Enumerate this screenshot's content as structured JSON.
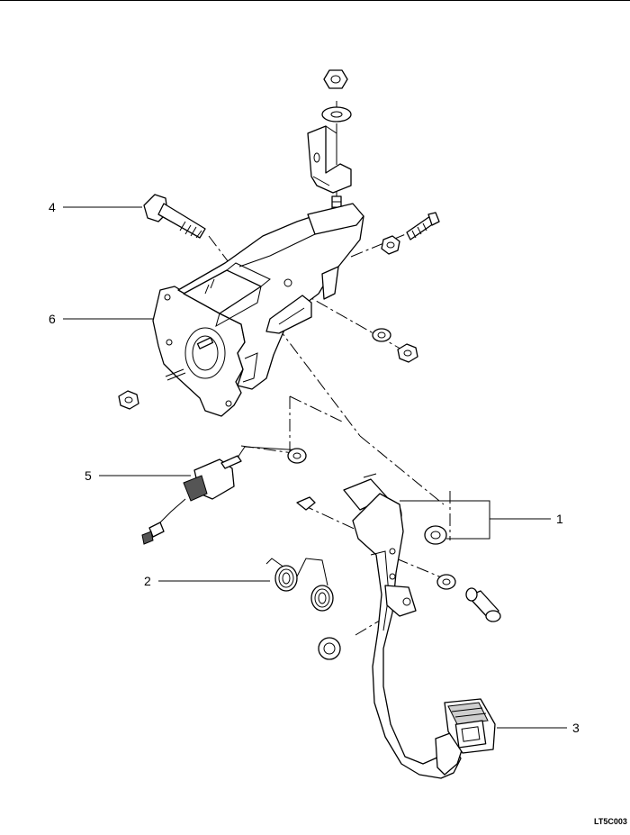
{
  "diagram": {
    "callouts": [
      {
        "id": "1",
        "label": "1"
      },
      {
        "id": "2",
        "label": "2"
      },
      {
        "id": "3",
        "label": "3"
      },
      {
        "id": "4",
        "label": "4"
      },
      {
        "id": "5",
        "label": "5"
      },
      {
        "id": "6",
        "label": "6"
      }
    ],
    "figure_code": "LT5C003"
  }
}
